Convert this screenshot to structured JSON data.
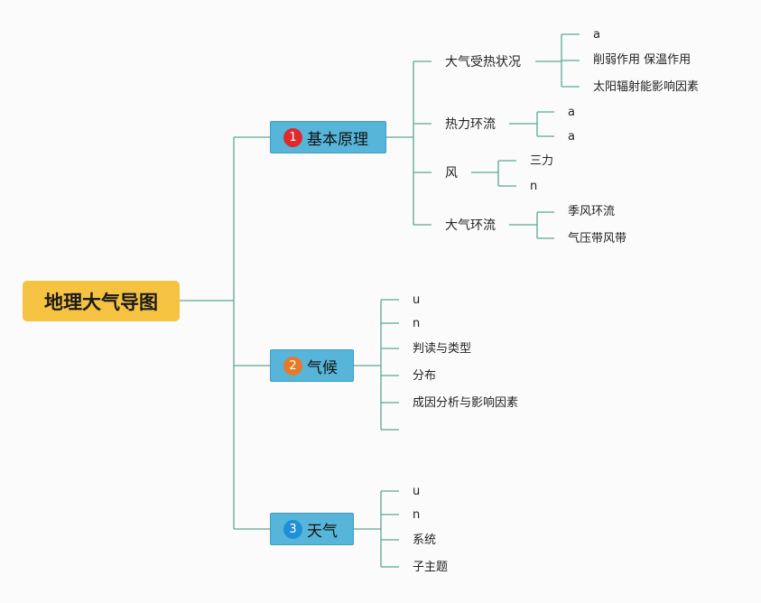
{
  "root": {
    "label": "地理大气导图",
    "color": "#f5c242"
  },
  "branches": [
    {
      "label": "基本原理",
      "badge": "1",
      "badge_color": "#e0292a",
      "children": [
        {
          "label": "大气受热状况",
          "children": [
            "a",
            "削弱作用 保温作用",
            "太阳辐射能影响因素"
          ]
        },
        {
          "label": "热力环流",
          "children": [
            "a",
            "a"
          ]
        },
        {
          "label": "风",
          "children": [
            "三力",
            "n"
          ]
        },
        {
          "label": "大气环流",
          "children": [
            "季风环流",
            "气压带风带"
          ]
        }
      ]
    },
    {
      "label": "气候",
      "badge": "2",
      "badge_color": "#e7792b",
      "children": [
        "u",
        "n",
        "判读与类型",
        "分布",
        "成因分析与影响因素",
        ""
      ]
    },
    {
      "label": "天气",
      "badge": "3",
      "badge_color": "#1f8fd8",
      "children": [
        "u",
        "n",
        "系统",
        "子主题"
      ]
    }
  ]
}
